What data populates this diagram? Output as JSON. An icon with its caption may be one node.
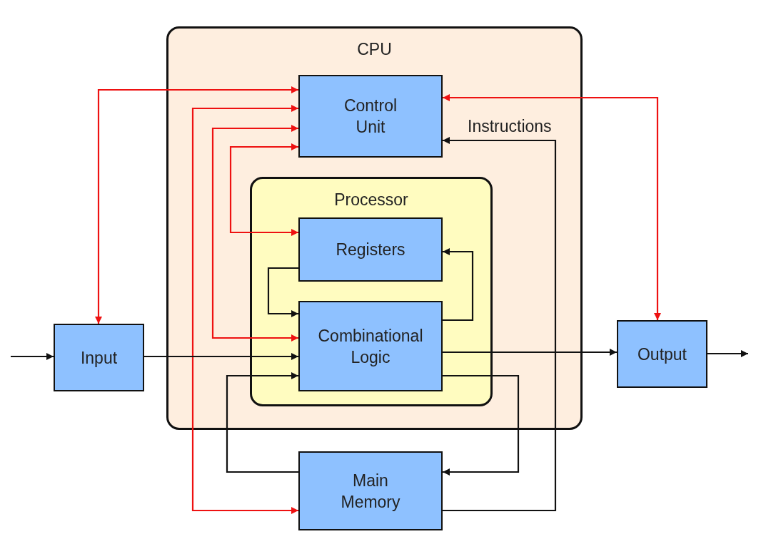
{
  "diagram": {
    "nodes": [
      {
        "text": [
          "CPU"
        ]
      },
      {
        "text": [
          "Control Unit"
        ],
        "in": 0
      },
      {
        "text": [
          "Processor"
        ],
        "in": 0
      },
      {
        "text": [
          "Registers"
        ],
        "in": 2
      },
      {
        "text": [
          "Combinational Logic"
        ],
        "in": 2
      },
      {
        "text": [
          "Input"
        ]
      },
      {
        "text": [
          "Output"
        ]
      },
      {
        "text": [
          "Main Memory"
        ]
      }
    ],
    "edges": [
      {
        "from": 1,
        "to": 5,
        "arrow": "both",
        "color": "#ee1111"
      },
      {
        "from": 1,
        "to": 7,
        "arrow": "both",
        "color": "#ee1111"
      },
      {
        "from": 1,
        "to": 4,
        "arrow": "both",
        "color": "#ee1111"
      },
      {
        "from": 1,
        "to": 3,
        "arrow": "both",
        "color": "#ee1111"
      },
      {
        "from": 1,
        "to": 6,
        "arrow": "both",
        "color": "#ee1111"
      },
      {
        "from": 7,
        "to": 1,
        "arrow": "to",
        "label": "Instructions"
      },
      {
        "from": 3,
        "to": 4,
        "arrow": "to"
      },
      {
        "from": 4,
        "to": 3,
        "arrow": "to"
      },
      {
        "from": 5,
        "to": 4,
        "arrow": "to"
      },
      {
        "from": 7,
        "to": 4,
        "arrow": "to"
      },
      {
        "from": 4,
        "to": 7,
        "arrow": "to"
      },
      {
        "from": 4,
        "to": 6,
        "arrow": "to"
      },
      {
        "from": null,
        "to": 5,
        "arrow": "to"
      },
      {
        "from": 6,
        "to": null,
        "arrow": "to"
      }
    ]
  }
}
